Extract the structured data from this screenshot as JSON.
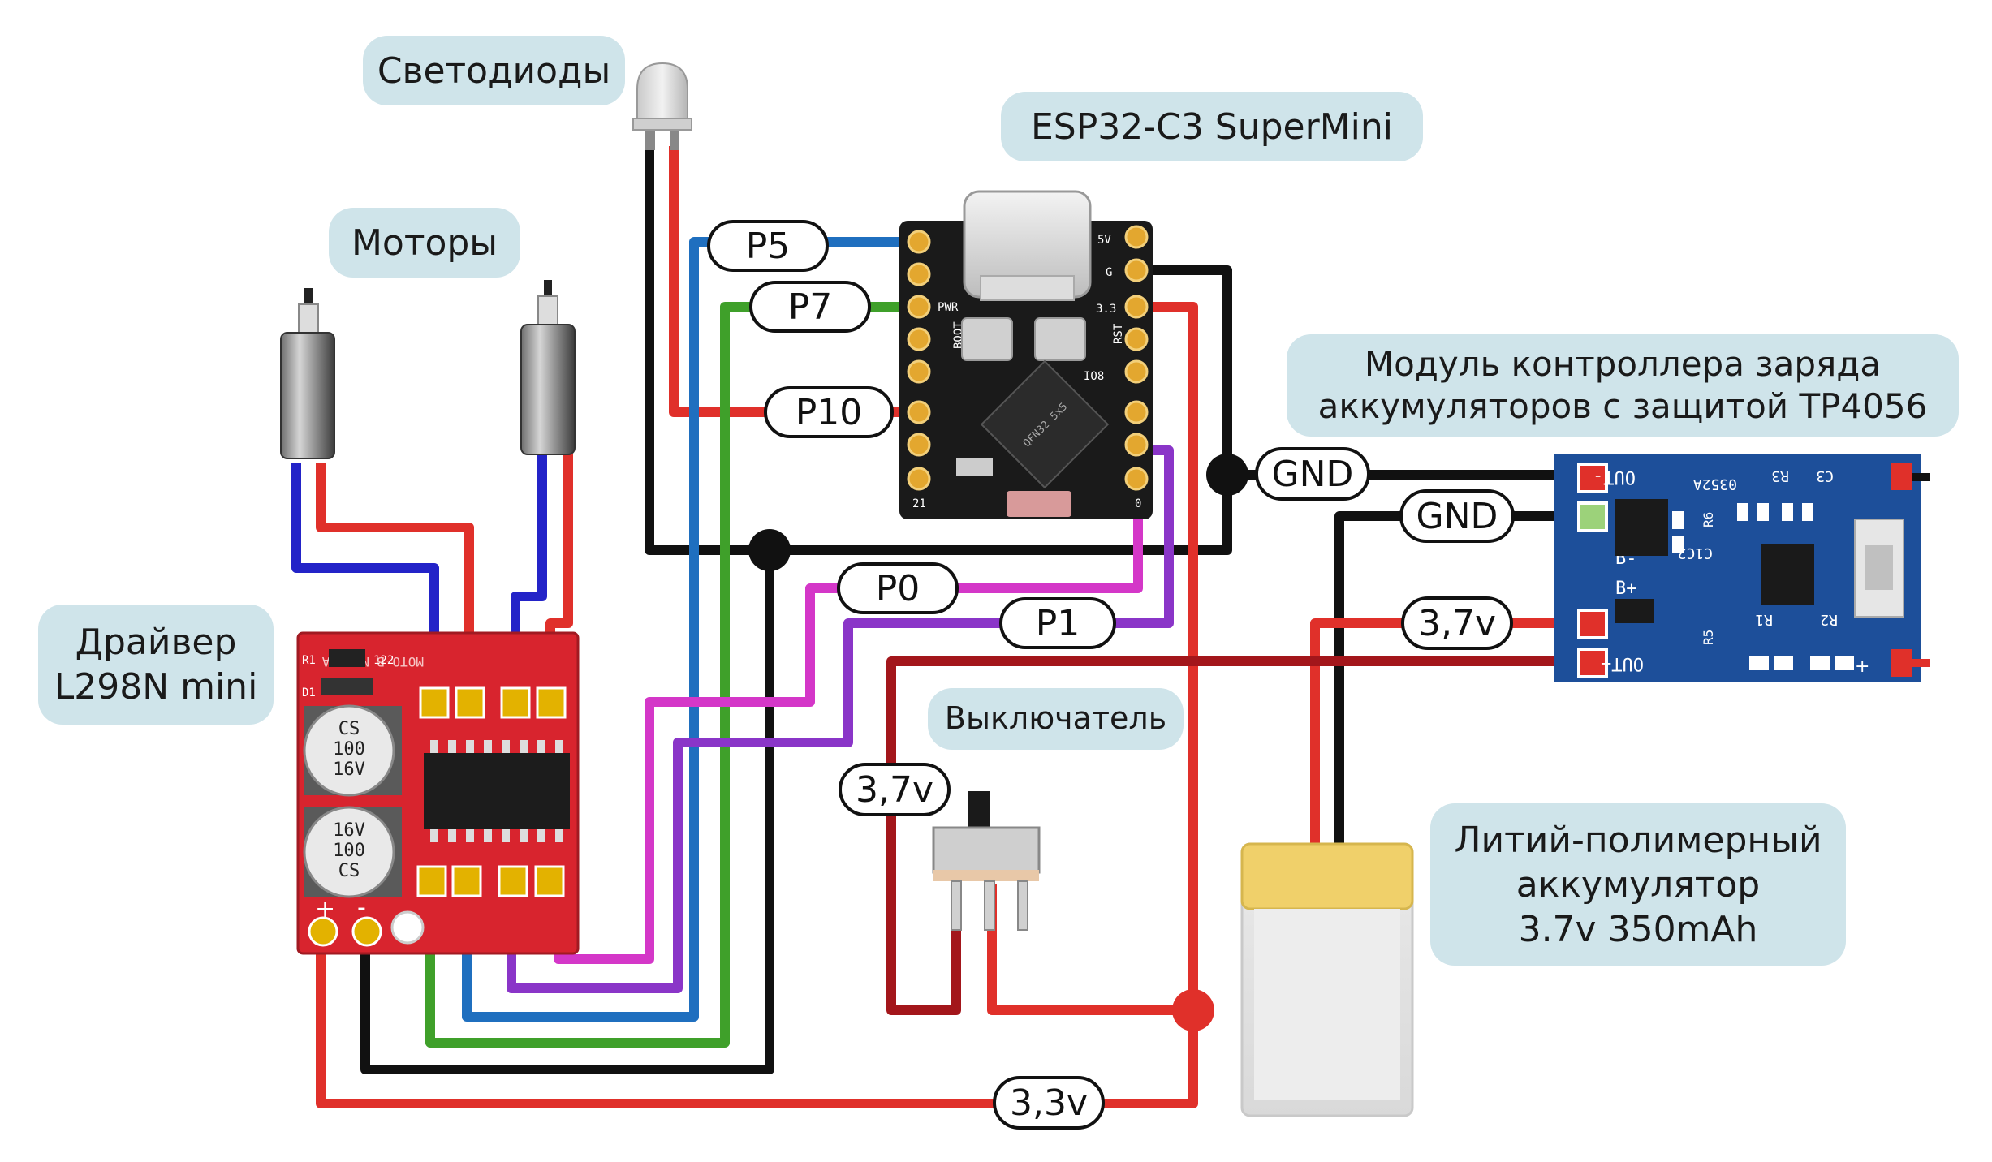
{
  "callouts": {
    "leds": "Светодиоды",
    "motors": "Моторы",
    "esp": "ESP32-C3 SuperMini",
    "charger_line1": "Модуль контроллера заряда",
    "charger_line2": "аккумуляторов с защитой TP4056",
    "driver_line1": "Драйвер",
    "driver_line2": "L298N mini",
    "switch": "Выключатель",
    "battery_line1": "Литий-полимерный",
    "battery_line2": "аккумулятор",
    "battery_line3": "3.7v 350mAh"
  },
  "wire_labels": {
    "p5": "P5",
    "p7": "P7",
    "p10": "P10",
    "p0": "P0",
    "p1": "P1",
    "gnd1": "GND",
    "gnd2": "GND",
    "v37_charger": "3,7v",
    "v37_switch": "3,7v",
    "v33": "3,3v"
  },
  "esp_pins": {
    "v5": "5V",
    "g": "G",
    "v33": "3.3",
    "rst": "RST",
    "pwr": "PWR",
    "boot": "BOOT",
    "io8": "IO8",
    "chip": "QFN32 5x5",
    "pin21": "21",
    "pin0": "0"
  },
  "driver_text": {
    "header": "MOTO-B  MOTO-A",
    "cap1": [
      "CS",
      "100",
      "16V"
    ],
    "cap2": [
      "16V",
      "100",
      "CS"
    ],
    "r1": "R1",
    "d1": "D1",
    "r122": "122",
    "minus": "-",
    "plus": "+"
  },
  "charger_text": {
    "out_minus": "OUT-",
    "b_minus": "B-",
    "b_plus": "B+",
    "out_plus": "OUT+",
    "r3": "R3",
    "c3": "C3",
    "r6": "R6",
    "c1c2": "C1C2",
    "r5": "R5",
    "r1": "R1",
    "r2": "R2",
    "code": "0352A",
    "plus": "+"
  },
  "colors": {
    "red": "#e0302a",
    "dark_red": "#a3161b",
    "black": "#111111",
    "blue": "#1f6fbf",
    "navy": "#2323c8",
    "green": "#3fa02a",
    "magenta": "#d437c8",
    "purple": "#8a35c8",
    "callout_bg": "#cfe4ea",
    "driver_board": "#d8242e",
    "charger_board": "#1d4f9a"
  }
}
